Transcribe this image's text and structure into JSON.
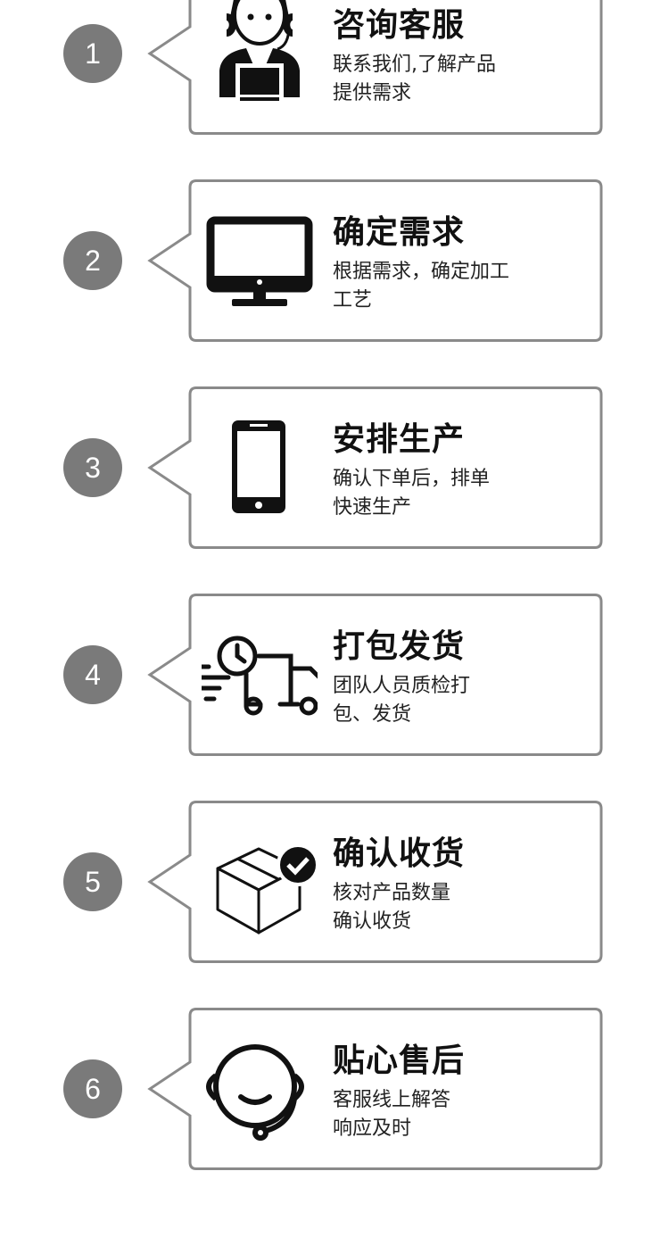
{
  "steps": [
    {
      "number": "1",
      "title": "咨询客服",
      "desc": [
        "联系我们,了解产品",
        "提供需求"
      ],
      "icon": "customer-service-agent-icon"
    },
    {
      "number": "2",
      "title": "确定需求",
      "desc": [
        "根据需求，确定加工",
        "工艺"
      ],
      "icon": "monitor-icon"
    },
    {
      "number": "3",
      "title": "安排生产",
      "desc": [
        "确认下单后，排单",
        "快速生产"
      ],
      "icon": "smartphone-icon"
    },
    {
      "number": "4",
      "title": "打包发货",
      "desc": [
        "团队人员质检打",
        "包、发货"
      ],
      "icon": "delivery-truck-icon"
    },
    {
      "number": "5",
      "title": "确认收货",
      "desc": [
        "核对产品数量",
        "确认收货"
      ],
      "icon": "box-check-icon"
    },
    {
      "number": "6",
      "title": "贴心售后",
      "desc": [
        "客服线上解答",
        "响应及时"
      ],
      "icon": "headset-icon"
    }
  ],
  "colors": {
    "circle": "#7a7a7a",
    "border": "#8a8a8a",
    "text": "#111111"
  }
}
